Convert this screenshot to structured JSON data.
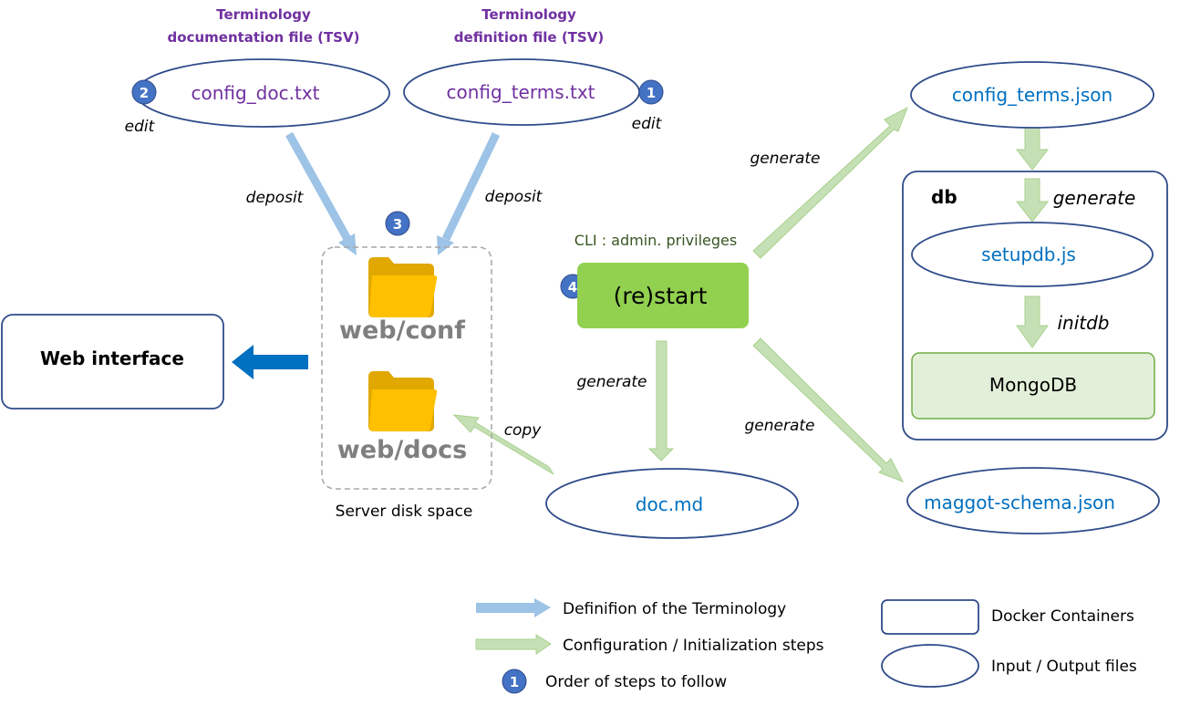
{
  "colors": {
    "ellipse_stroke": "#2f4b8a",
    "file_text_blue": "#0070c0",
    "file_text_purple": "#7030a0",
    "step_badge": "#4472c4",
    "blue_arrow": "#9dc3e6",
    "green_arrow_fill": "#c5e0b4",
    "green_arrow_stroke": "#a9d18e",
    "restart_box": "#92d050",
    "mongodb_box": "#e2f0d9",
    "web_interface_arrow": "#0070c0",
    "folder": "#ffc000"
  },
  "labels": {
    "doc_file_title_1": "Terminology",
    "doc_file_title_2": "documentation file (TSV)",
    "def_file_title_1": "Terminology",
    "def_file_title_2": "definition file (TSV)",
    "config_doc": "config_doc.txt",
    "config_terms": "config_terms.txt",
    "edit_left": "edit",
    "edit_right": "edit",
    "deposit_left": "deposit",
    "deposit_right": "deposit",
    "web_conf": "web/conf",
    "web_docs": "web/docs",
    "server_disk_space": "Server disk space",
    "web_interface": "Web interface",
    "cli_privileges": "CLI : admin. privileges",
    "restart": "(re)start",
    "generate_up": "generate",
    "generate_down": "generate",
    "generate_diag": "generate",
    "copy": "copy",
    "doc_md": "doc.md",
    "config_terms_json": "config_terms.json",
    "db": "db",
    "generate_db": "generate",
    "setupdb": "setupdb.js",
    "initdb": "initdb",
    "mongodb": "MongoDB",
    "maggot_schema": "maggot-schema.json"
  },
  "steps": {
    "s1": "1",
    "s2": "2",
    "s3": "3",
    "s4": "4"
  },
  "legend": {
    "blue_arrow_label": "Definifion of the Terminology",
    "green_arrow_label": "Configuration / Initialization steps",
    "step_badge_num": "1",
    "step_label": "Order of steps to follow",
    "containers_label": "Docker Containers",
    "files_label": "Input / Output files"
  }
}
